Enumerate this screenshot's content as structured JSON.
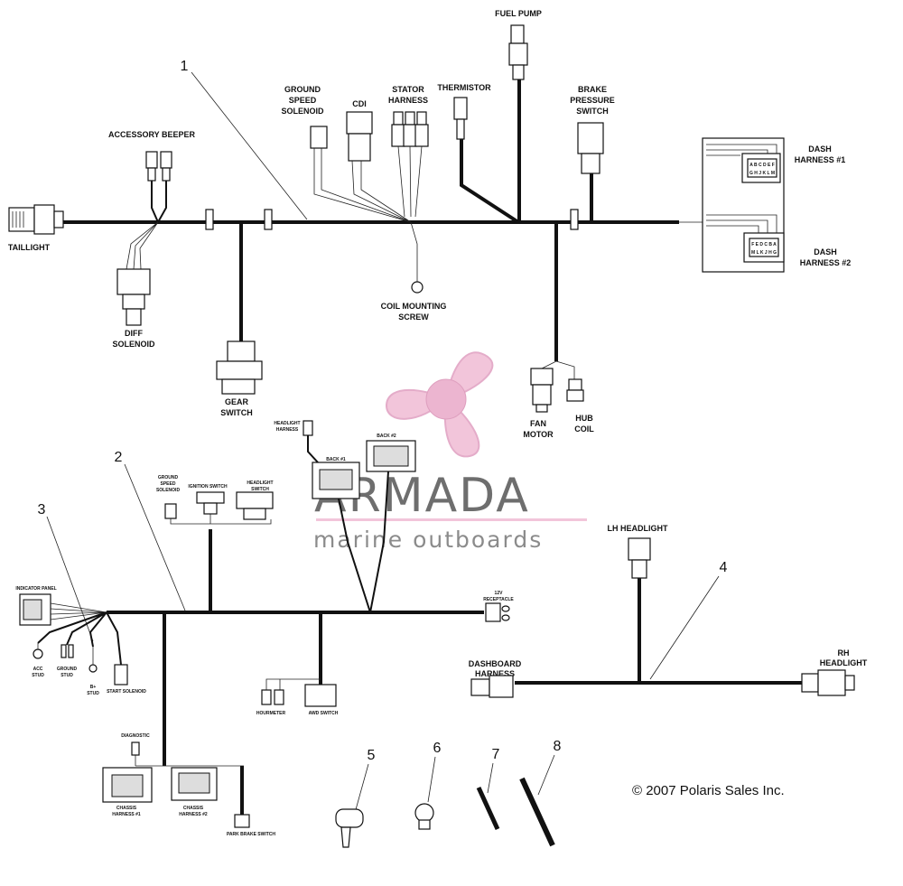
{
  "labels": {
    "taillight": "TAILLIGHT",
    "accessory_beeper": "ACCESSORY BEEPER",
    "diff_solenoid": [
      "DIFF",
      "SOLENOID"
    ],
    "gear_switch": [
      "GEAR",
      "SWITCH"
    ],
    "ground_speed_solenoid": [
      "GROUND",
      "SPEED",
      "SOLENOID"
    ],
    "cdi": "CDI",
    "stator_harness": [
      "STATOR",
      "HARNESS"
    ],
    "thermistor": "THERMISTOR",
    "fuel_pump": "FUEL PUMP",
    "brake_pressure_switch": [
      "BRAKE",
      "PRESSURE",
      "SWITCH"
    ],
    "coil_mounting_screw": [
      "COIL MOUNTING",
      "SCREW"
    ],
    "dash_harness_1": [
      "DASH",
      "HARNESS #1"
    ],
    "dash_harness_2": [
      "DASH",
      "HARNESS #2"
    ],
    "fan_motor": [
      "FAN",
      "MOTOR"
    ],
    "hub_coil": [
      "HUB",
      "COIL"
    ],
    "headlight_harness": [
      "HEADLIGHT",
      "HARNESS"
    ],
    "back_1": "BACK #1",
    "back_2": "BACK #2",
    "ground_speed_solenoid_small": [
      "GROUND",
      "SPEED",
      "SOLENOID"
    ],
    "ignition_switch": "IGNITION SWITCH",
    "headlight_switch": [
      "HEADLIGHT",
      "SWITCH"
    ],
    "indicator_panel": "INDICATOR PANEL",
    "acc_stud": [
      "ACC",
      "STUD"
    ],
    "ground_stud": [
      "GROUND",
      "STUD"
    ],
    "b_stud": [
      "B+",
      "STUD"
    ],
    "start_solenoid": "START SOLENOID",
    "v12_receptacle": [
      "12V",
      "RECEPTACLE"
    ],
    "hourmeter": "HOURMETER",
    "awd_switch": "AWD SWITCH",
    "diagnostic": "DIAGNOSTIC",
    "chassis_harness_1": [
      "CHASSIS",
      "HARNESS #1"
    ],
    "chassis_harness_2": [
      "CHASSIS",
      "HARNESS #2"
    ],
    "park_brake_switch": "PARK BRAKE SWITCH",
    "lh_headlight": "LH HEADLIGHT",
    "rh_headlight": [
      "RH",
      "HEADLIGHT"
    ],
    "dashboard_harness": [
      "DASHBOARD",
      "HARNESS"
    ],
    "dash1_pins": "A B C D E F",
    "dash1_pins_lower": "G H J K L M",
    "dash2_pins": "F E D C B A",
    "dash2_pins_lower": "M L K J H G"
  },
  "callouts": [
    "1",
    "2",
    "3",
    "4",
    "5",
    "6",
    "7",
    "8"
  ],
  "copyright": "© 2007 Polaris Sales Inc.",
  "watermark": {
    "title": "ARMADA",
    "subtitle": "marine outboards",
    "logo_color": "#e9a9c8",
    "icon": "propeller-logo-icon"
  }
}
